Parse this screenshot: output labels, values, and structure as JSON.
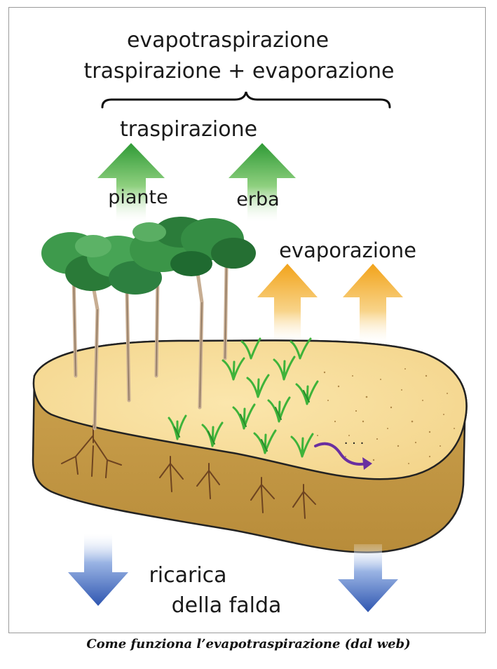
{
  "labels": {
    "title_line1": "evapotraspirazione",
    "title_line2": "traspirazione + evaporazione",
    "transpiration": "traspirazione",
    "plants": "piante",
    "grass": "erba",
    "evaporation": "evaporazione",
    "recharge_line1": "ricarica",
    "recharge_line2": "della falda",
    "dots": ". . ."
  },
  "caption": "Come funziona l’evapotraspirazione (dal web)",
  "colors": {
    "green_arrow": "#3a9a3a",
    "orange_arrow": "#f2a81e",
    "blue_arrow": "#3a5fb5",
    "soil_top": "#f6dc98",
    "soil_side": "#c49a46",
    "root": "#7a4a22",
    "trunk": "#c7ad92",
    "foliage": "#2f8a3e",
    "grass": "#3fb33a",
    "water_path": "#6a2fa0"
  },
  "icons": [
    "green-up-arrow-icon",
    "orange-up-arrow-icon",
    "blue-down-arrow-icon",
    "tree-icon",
    "grass-tuft-icon",
    "root-icon"
  ]
}
